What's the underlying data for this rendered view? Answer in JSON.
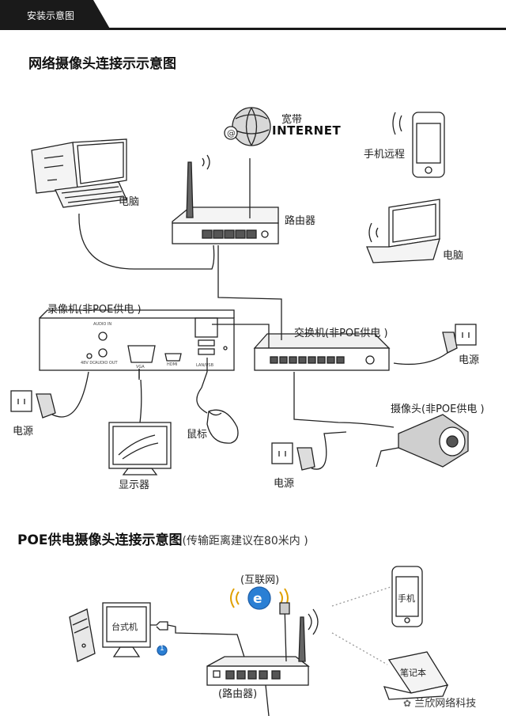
{
  "header": {
    "tab_label": "安装示意图"
  },
  "section1": {
    "title": "网络摄像头连接示示意图",
    "labels": {
      "broadband": "宽带",
      "internet": "INTERNET",
      "computer_left": "电脑",
      "router": "路由器",
      "phone_remote": "手机远程",
      "laptop": "电脑",
      "nvr": "录像机(非POE供电 )",
      "switch": "交换机(非POE供电 )",
      "power_switch": "电源",
      "power_nvr": "电源",
      "camera": "摄像头(非POE供电 )",
      "mouse": "鼠标",
      "monitor": "显示器",
      "power_camera": "电源"
    },
    "nvr_panel": {
      "audio_in": "AUDIO IN",
      "audio_out": "AUDIO OUT",
      "dc": "48V DC",
      "vga": "VGA",
      "hdmi": "HDMI",
      "lan_usb": "LAN/USB"
    }
  },
  "section2": {
    "title": "POE供电摄像头连接示意图",
    "note": "(传输距离建议在80米内 )",
    "labels": {
      "internet": "(互联网)",
      "desktop": "台式机",
      "phone": "手机",
      "notebook": "笔记本",
      "router": "(路由器)",
      "badge": "1"
    }
  },
  "watermark": "兰欣网络科技"
}
